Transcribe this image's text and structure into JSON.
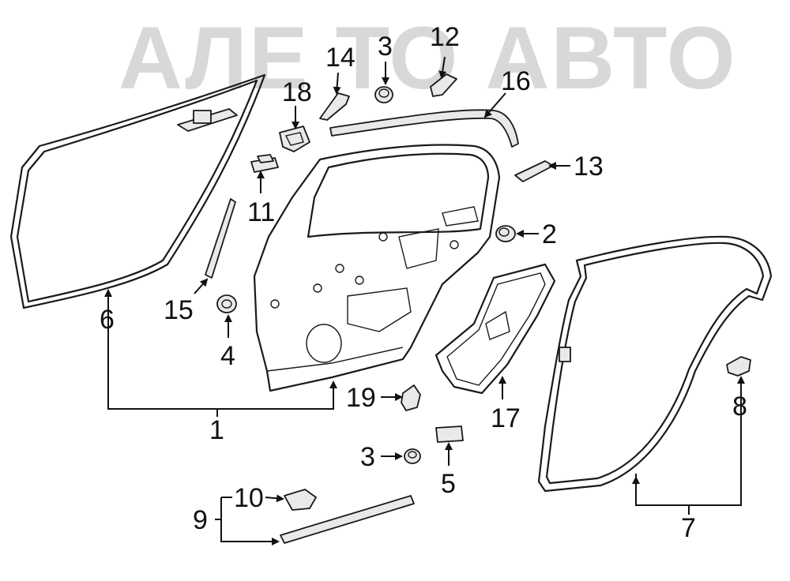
{
  "watermark": {
    "text": "АЛЕ ТО АВТО"
  },
  "callouts": {
    "c1": "1",
    "c2": "2",
    "c3a": "3",
    "c3b": "3",
    "c4": "4",
    "c5": "5",
    "c6": "6",
    "c7": "7",
    "c8": "8",
    "c9": "9",
    "c10": "10",
    "c11": "11",
    "c12": "12",
    "c13": "13",
    "c14": "14",
    "c15": "15",
    "c16": "16",
    "c17": "17",
    "c18": "18",
    "c19": "19"
  },
  "colors": {
    "line": "#1a1a1a",
    "watermark": "#d8d8d8",
    "background": "#ffffff"
  }
}
